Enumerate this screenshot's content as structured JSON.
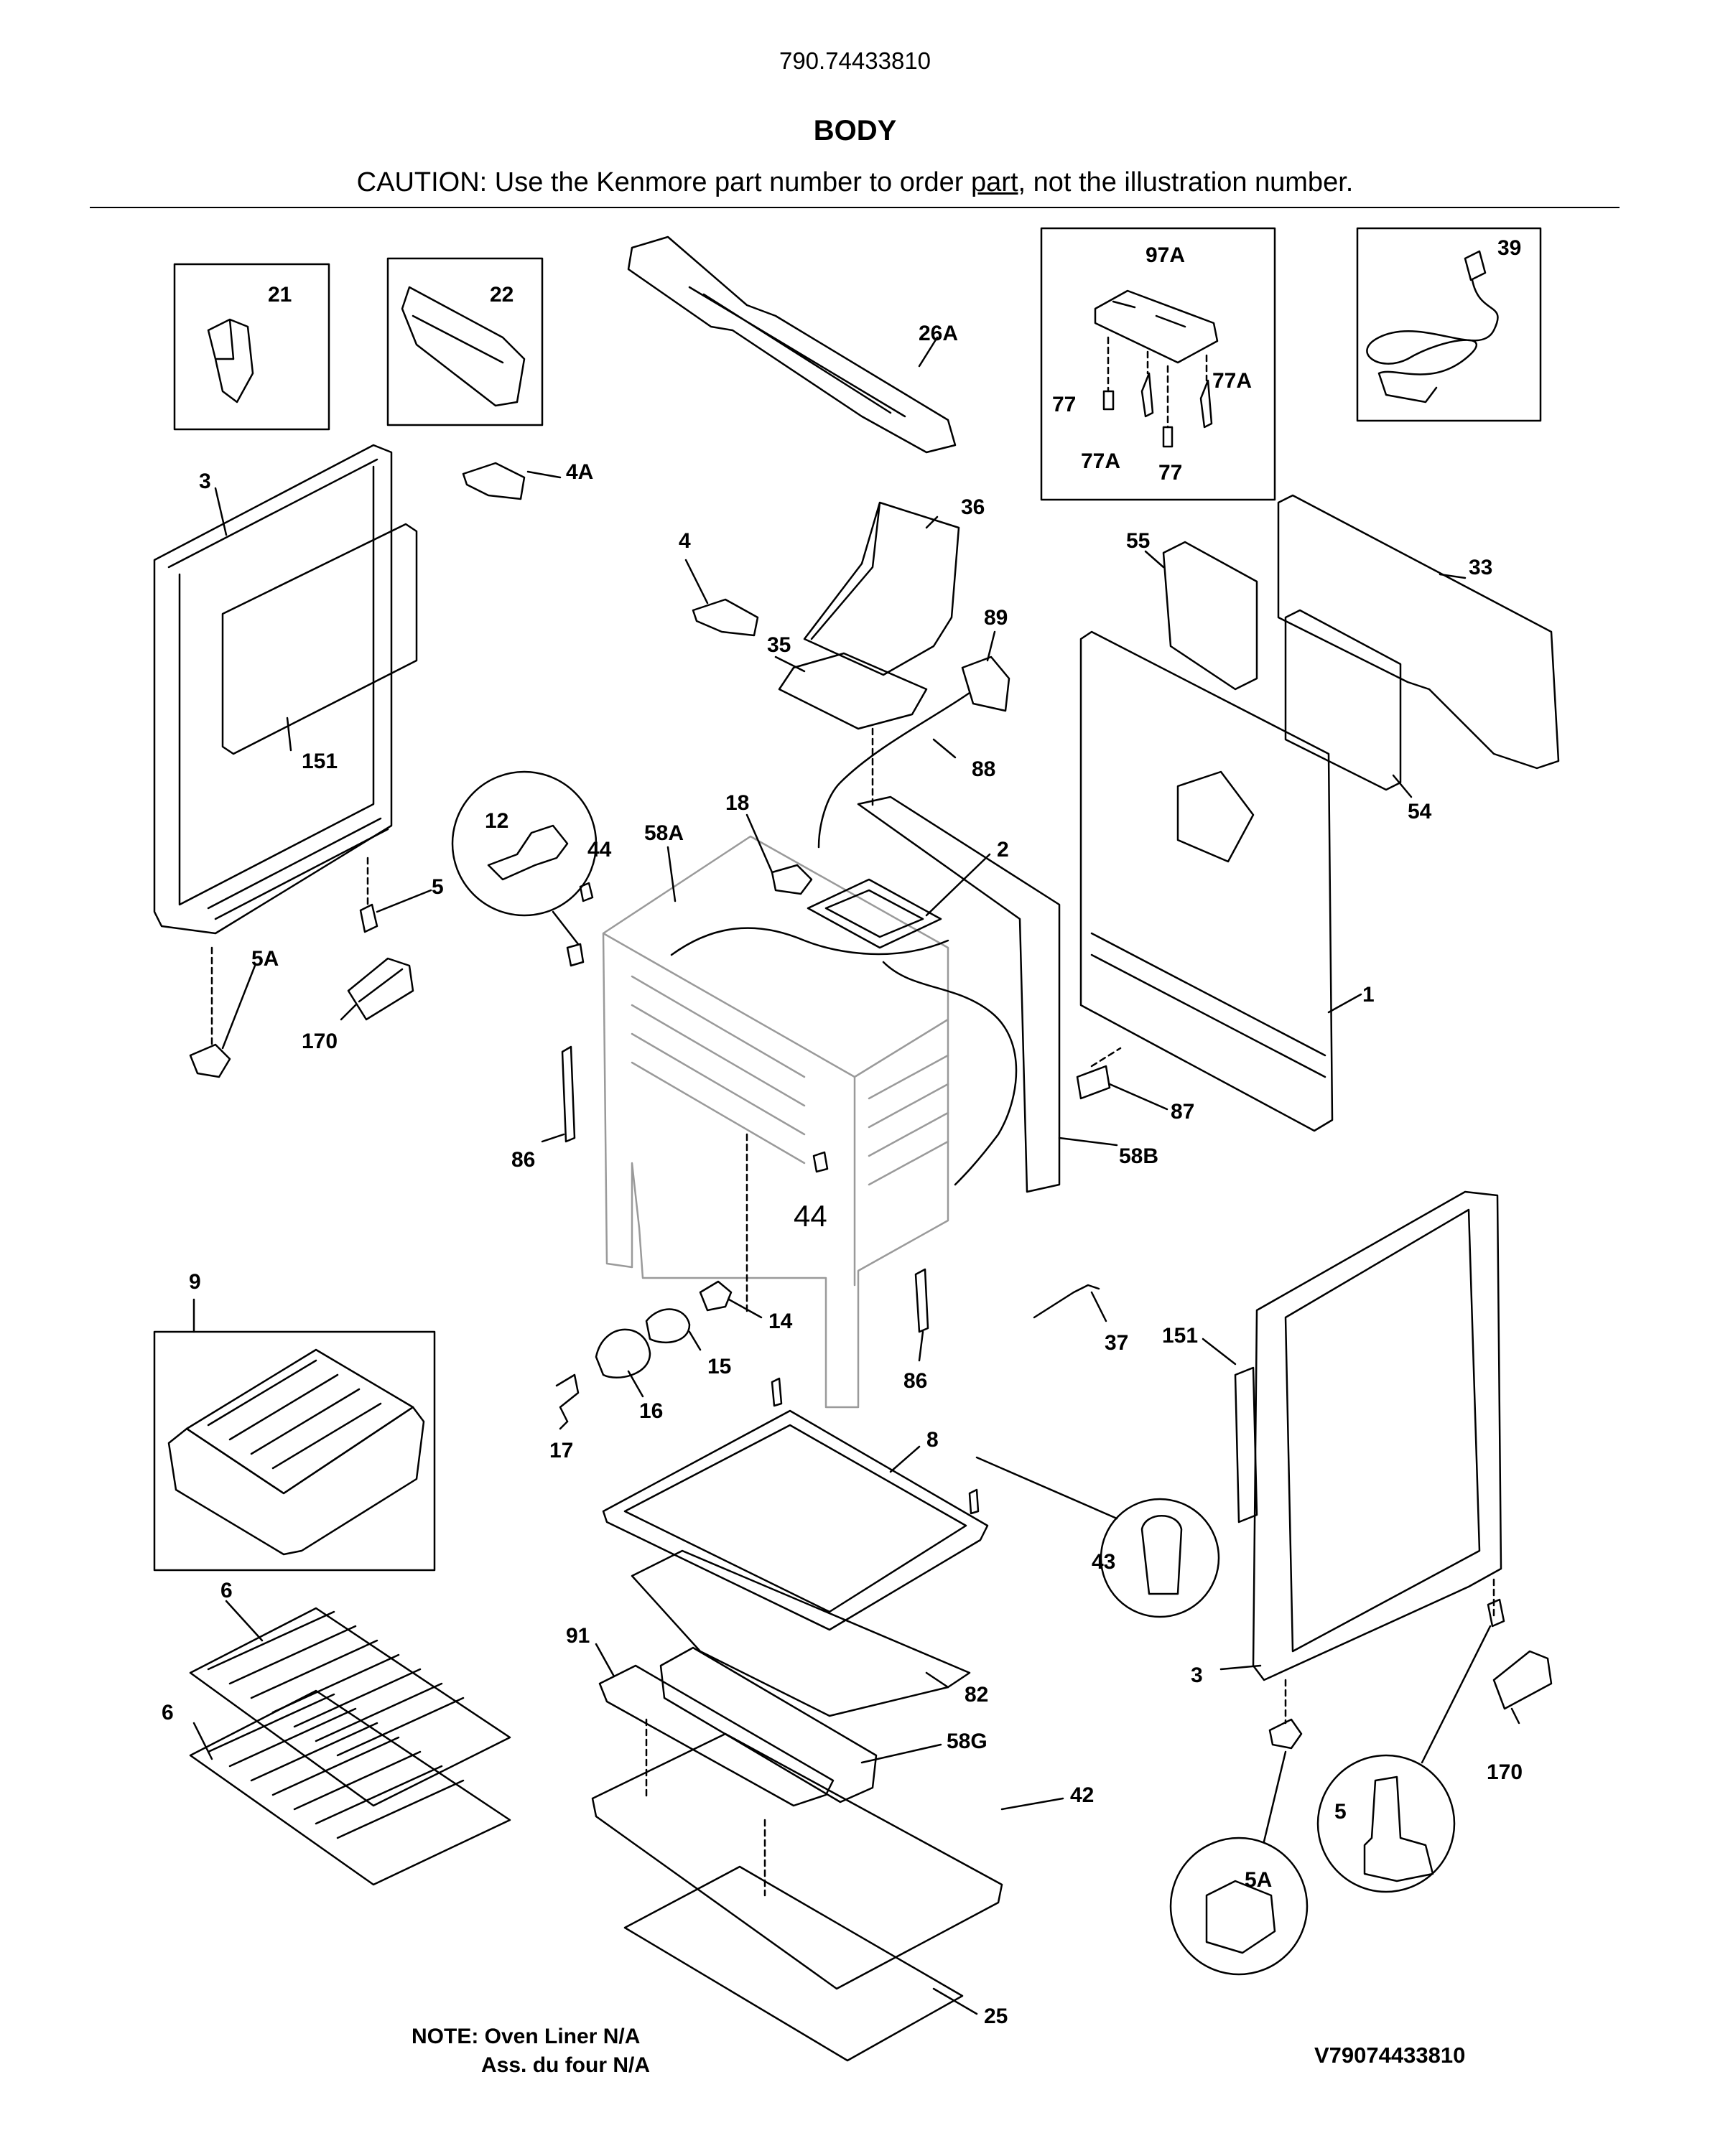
{
  "header": {
    "model_number": "790.74433810",
    "title": "BODY",
    "caution_prefix": "CAUTION: Use the Kenmore part number to order ",
    "caution_part_word": "part",
    "caution_suffix": ", not the illustration number."
  },
  "callouts": {
    "c21": "21",
    "c22": "22",
    "c26A": "26A",
    "c97A": "97A",
    "c39": "39",
    "c77a": "77",
    "c77Aa": "77A",
    "c77Ab": "77A",
    "c77b": "77",
    "c3a": "3",
    "c4A": "4A",
    "c36": "36",
    "c55": "55",
    "c33": "33",
    "c4": "4",
    "c89": "89",
    "c35": "35",
    "c151a": "151",
    "c88": "88",
    "c12": "12",
    "c18": "18",
    "c58A": "58A",
    "c44a": "44",
    "c2": "2",
    "c54": "54",
    "c5a": "5",
    "c5Aa": "5A",
    "c170a": "170",
    "c1": "1",
    "c87": "87",
    "c86a": "86",
    "c58B": "58B",
    "c44b": "44",
    "c9": "9",
    "c14": "14",
    "c15": "15",
    "c86b": "86",
    "c37": "37",
    "c151b": "151",
    "c16": "16",
    "c17": "17",
    "c8": "8",
    "c43": "43",
    "c6a": "6",
    "c91": "91",
    "c82": "82",
    "c3b": "3",
    "c6b": "6",
    "c58G": "58G",
    "c42": "42",
    "c170b": "170",
    "c5b": "5",
    "c5Ab": "5A",
    "c25": "25"
  },
  "footer": {
    "note_line1": "NOTE: Oven Liner N/A",
    "note_line2": "Ass. du four N/A",
    "drawing_id": "V79074433810"
  },
  "colors": {
    "ink": "#000000",
    "paper": "#ffffff",
    "ghost": "#9a9a9a"
  }
}
